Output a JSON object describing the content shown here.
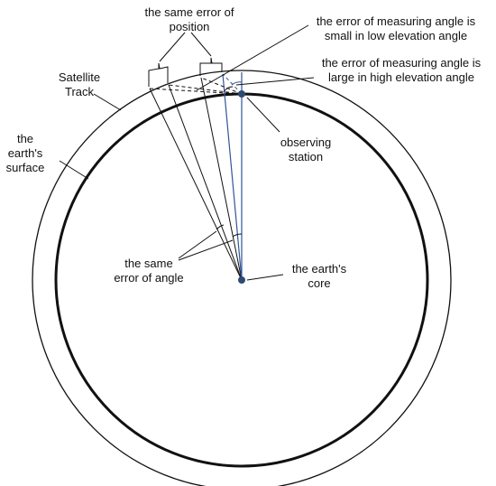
{
  "labels": {
    "same_error_position_1": "the same error of",
    "same_error_position_2": "position",
    "satellite_track_1": "Satellite",
    "satellite_track_2": "Track",
    "earth_surface_1": "the",
    "earth_surface_2": "earth's",
    "earth_surface_3": "surface",
    "error_small_1": "the error of measuring angle is",
    "error_small_2": "small in low elevation angle",
    "error_large_1": "the error of measuring angle is",
    "error_large_2": "large in high elevation angle",
    "observing_station_1": "observing",
    "observing_station_2": "station",
    "same_error_angle_1": "the same",
    "same_error_angle_2": "error of angle",
    "earth_core_1": "the earth's",
    "earth_core_2": "core"
  },
  "colors": {
    "line": "#111111",
    "blue_line": "#2f5597",
    "station_dot": "#2e4a73"
  }
}
